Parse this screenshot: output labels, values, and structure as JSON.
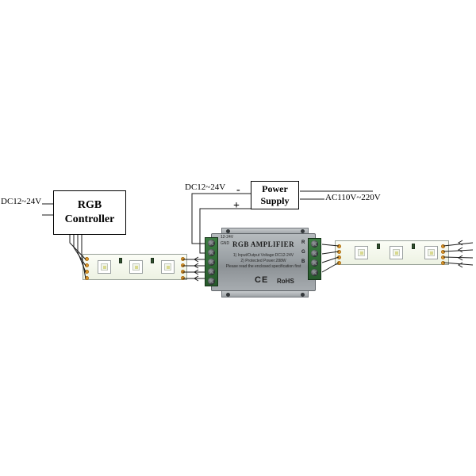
{
  "diagram": {
    "left_input_label": "DC12~24V",
    "controller": {
      "line1": "RGB",
      "line2": "Controller"
    },
    "power_input_label": "DC12~24V",
    "minus_sign": "-",
    "plus_sign": "+",
    "power_supply": {
      "line1": "Power",
      "line2": "Supply"
    },
    "ac_label": "AC110V~220V",
    "amplifier": {
      "voltage_label": "12-24V",
      "gnd_label": "GND",
      "title": "RGB AMPLIFIER",
      "spec_lines": [
        "1) Input/Output Voltage:DC12-24V",
        "2) Protected Power:288W",
        "Please read the enclosed specification first"
      ],
      "ce_mark": "CE",
      "rohs_mark": "RoHS",
      "terminal_labels": [
        "R",
        "G",
        "B"
      ]
    },
    "colors": {
      "wire": "#1a1a1a",
      "solder_pad": "#e59b2c",
      "terminal_green": "#2f6f35",
      "amp_body_gray": "#9aa0a4"
    }
  }
}
